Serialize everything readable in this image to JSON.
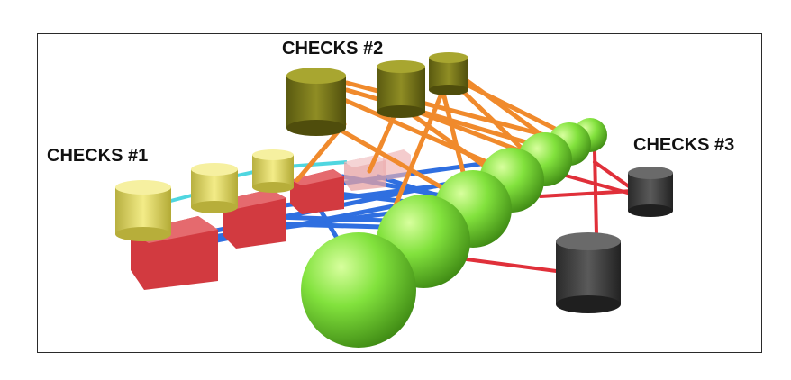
{
  "labels": {
    "checks1": "CHECKS #1",
    "checks2": "CHECKS #2",
    "checks3": "CHECKS #3"
  },
  "colors": {
    "variable_node": "#7fe03a",
    "check1_node": "#e8e070",
    "check2_node": "#7a7a1a",
    "check3_node": "#3a3a3a",
    "factor_node": "#d8393f",
    "edge_checks1": "#3a7de6",
    "edge_checks2": "#f08a2c",
    "edge_checks3": "#e0303a",
    "edge_check_link": "#4fd6e0"
  }
}
